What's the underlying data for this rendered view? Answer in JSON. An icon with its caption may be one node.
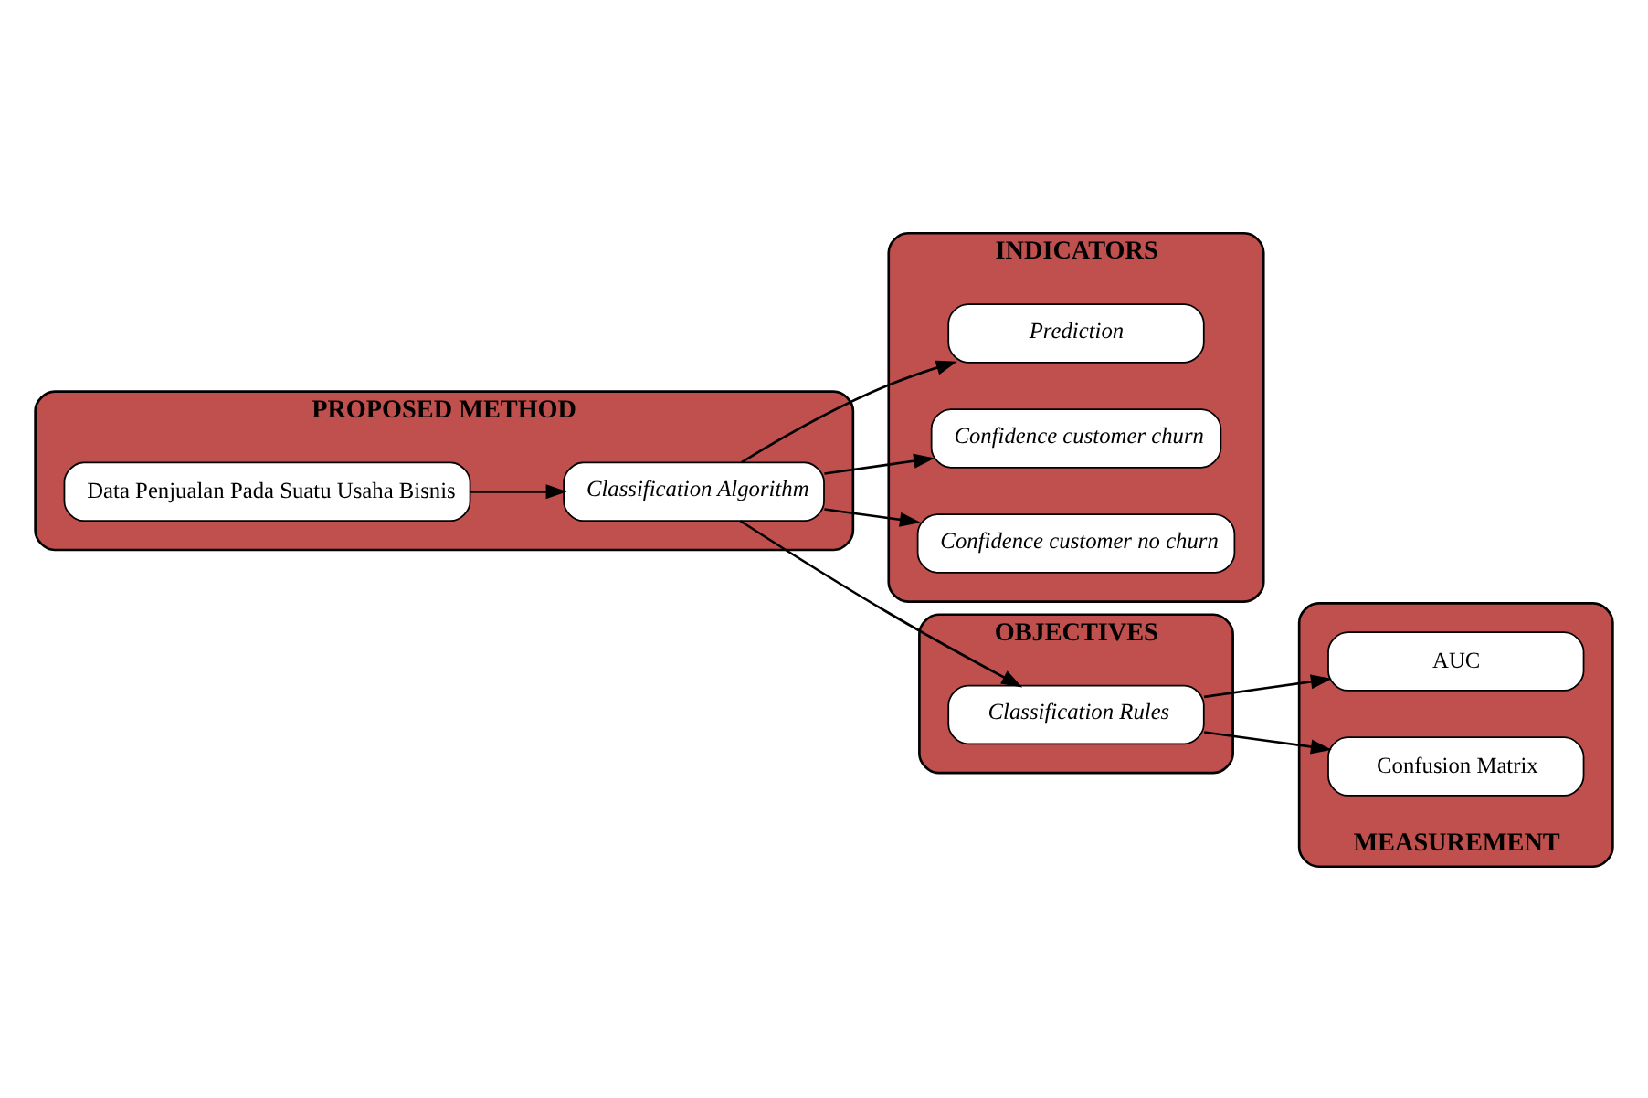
{
  "diagram": {
    "nodes": [
      {
        "text": [
          "INDICATORS"
        ]
      },
      {
        "text": [
          "Prediction"
        ],
        "in": 0
      },
      {
        "text": [
          "Confidence customer churn"
        ],
        "in": 0
      },
      {
        "text": [
          "Confidence customer no churn"
        ],
        "in": 0
      },
      {
        "text": [
          "PROPOSED METHOD"
        ]
      },
      {
        "text": [
          "Data Penjualan Pada Suatu Usaha Bisnis"
        ],
        "in": 4
      },
      {
        "text": [
          "Classification Algorithm"
        ],
        "in": 4
      },
      {
        "text": [
          "OBJECTIVES"
        ]
      },
      {
        "text": [
          "Classification Rules"
        ],
        "in": 7
      },
      {
        "text": [
          "MEASUREMENT"
        ]
      },
      {
        "text": [
          "AUC"
        ],
        "in": 9
      },
      {
        "text": [
          "Confusion Matrix"
        ],
        "in": 9
      }
    ],
    "edges": [
      {
        "from": 5,
        "to": 6,
        "arrow": "to"
      },
      {
        "from": 6,
        "to": 1,
        "arrow": "to"
      },
      {
        "from": 6,
        "to": 2,
        "arrow": "to"
      },
      {
        "from": 6,
        "to": 3,
        "arrow": "to"
      },
      {
        "from": 6,
        "to": 8,
        "arrow": "to"
      },
      {
        "from": 8,
        "to": 10,
        "arrow": "to"
      },
      {
        "from": 8,
        "to": 11,
        "arrow": "to"
      }
    ]
  }
}
